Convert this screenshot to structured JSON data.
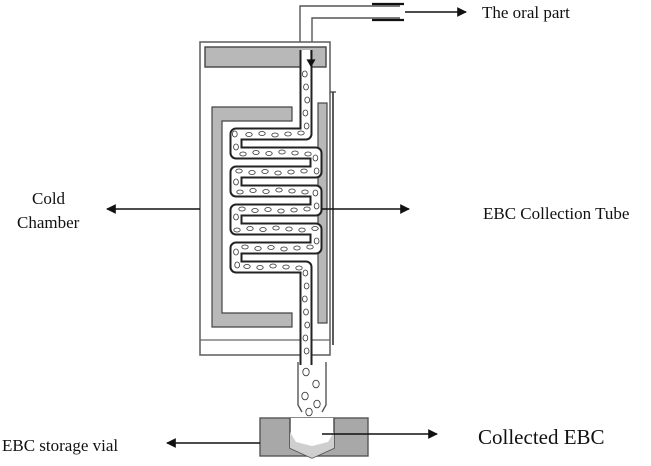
{
  "labels": {
    "oral_part": "The oral part",
    "cold_chamber_line1": "Cold",
    "cold_chamber_line2": "Chamber",
    "collection_tube": "EBC Collection Tube",
    "storage_vial": "EBC storage vial",
    "collected_ebc": "Collected EBC"
  },
  "colors": {
    "line": "#222222",
    "chamber_fill": "#b8b8b8",
    "vial_fill": "#a8a8a8",
    "tube_fill": "#ffffff"
  }
}
